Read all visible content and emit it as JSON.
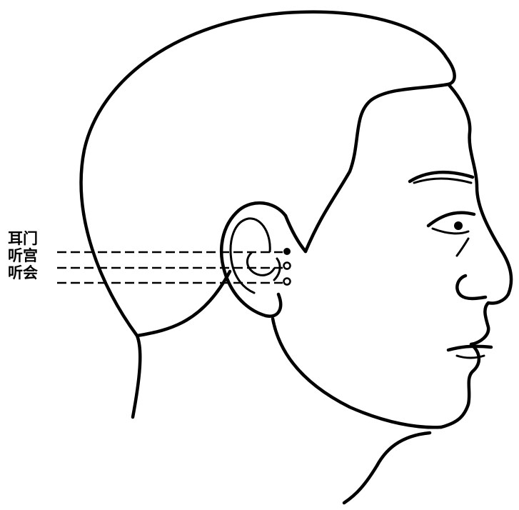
{
  "acupoints": [
    {
      "label": "耳门"
    },
    {
      "label": "听宫"
    },
    {
      "label": "听会"
    }
  ],
  "colors": {
    "ink": "#000000",
    "background": "#ffffff"
  },
  "icons": [
    "head-profile-outline",
    "ear-outline",
    "acupoint-marker"
  ]
}
